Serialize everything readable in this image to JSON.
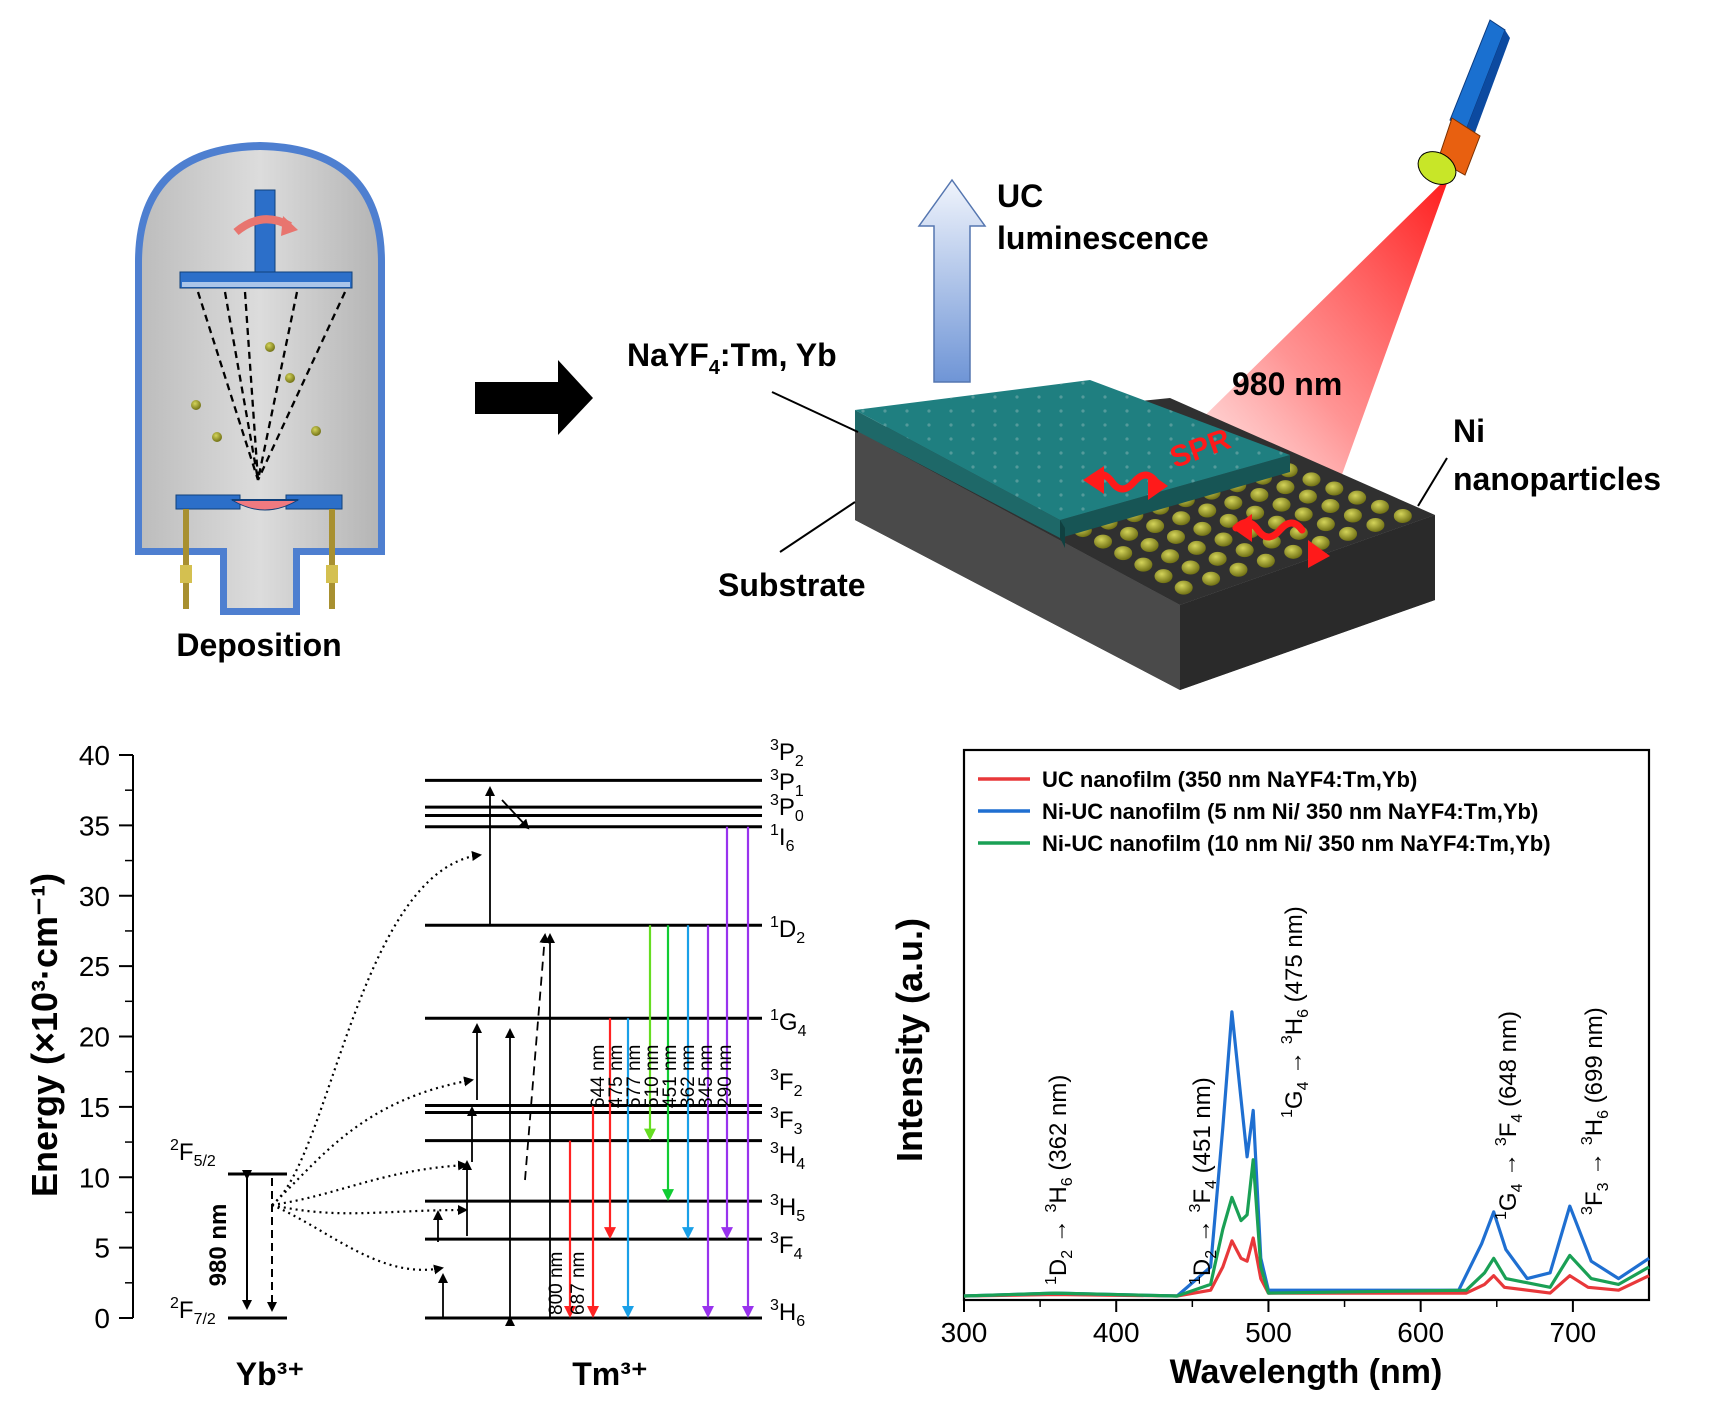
{
  "schematic": {
    "deposition_label": "Deposition",
    "uc_label_line1": "UC",
    "uc_label_line2": "luminescence",
    "nayf4_label_main": "NaYF",
    "nayf4_label_sub": "4",
    "nayf4_label_rest": ":Tm, Yb",
    "substrate_label": "Substrate",
    "laser_label": "980 nm",
    "ni_label_line1": "Ni",
    "ni_label_line2": "nanoparticles",
    "spr_label": "SPR"
  },
  "energy_diagram": {
    "yaxis_label": "Energy (×10³·cm⁻¹)",
    "yticks": [
      "0",
      "5",
      "10",
      "15",
      "20",
      "25",
      "30",
      "35",
      "40"
    ],
    "yb_label": "Yb³⁺",
    "tm_label": "Tm³⁺",
    "yb_upper": {
      "main": "F",
      "pre": "2",
      "sub": "5/2"
    },
    "yb_lower": {
      "main": "F",
      "pre": "2",
      "sub": "7/2"
    },
    "yb_transition": "980 nm",
    "levels": [
      {
        "pre": "3",
        "main": "P",
        "sub": "2",
        "energy": 38.2
      },
      {
        "pre": "3",
        "main": "P",
        "sub": "1",
        "energy": 36.3
      },
      {
        "pre": "3",
        "main": "P",
        "sub": "0",
        "energy": 35.7
      },
      {
        "pre": "1",
        "main": "I",
        "sub": "6",
        "energy": 34.9
      },
      {
        "pre": "1",
        "main": "D",
        "sub": "2",
        "energy": 27.9
      },
      {
        "pre": "1",
        "main": "G",
        "sub": "4",
        "energy": 21.3
      },
      {
        "pre": "3",
        "main": "F",
        "sub": "2",
        "energy": 15.1
      },
      {
        "pre": "3",
        "main": "F",
        "sub": "3",
        "energy": 14.6
      },
      {
        "pre": "3",
        "main": "H",
        "sub": "4",
        "energy": 12.6
      },
      {
        "pre": "3",
        "main": "H",
        "sub": "5",
        "energy": 8.3
      },
      {
        "pre": "3",
        "main": "F",
        "sub": "4",
        "energy": 5.6
      },
      {
        "pre": "3",
        "main": "H",
        "sub": "6",
        "energy": 0
      }
    ],
    "emissions": [
      "800 nm",
      "687 nm",
      "644 nm",
      "475 nm",
      "577 nm",
      "510 nm",
      "451 nm",
      "362 nm",
      "345 nm",
      "290 nm"
    ]
  },
  "chart_data": {
    "type": "line",
    "xlabel": "Wavelength (nm)",
    "ylabel": "Intensity (a.u.)",
    "xlim": [
      300,
      750
    ],
    "xticks": [
      "300",
      "400",
      "500",
      "600",
      "700"
    ],
    "series": [
      {
        "name": "UC nanofilm (350 nm NaYF4:Tm,Yb)",
        "color": "#e8383a",
        "points": [
          [
            300,
            0.02
          ],
          [
            360,
            0.025
          ],
          [
            440,
            0.02
          ],
          [
            462,
            0.04
          ],
          [
            470,
            0.12
          ],
          [
            476,
            0.21
          ],
          [
            482,
            0.15
          ],
          [
            486,
            0.14
          ],
          [
            490,
            0.22
          ],
          [
            495,
            0.08
          ],
          [
            500,
            0.03
          ],
          [
            630,
            0.03
          ],
          [
            642,
            0.06
          ],
          [
            648,
            0.09
          ],
          [
            655,
            0.05
          ],
          [
            685,
            0.03
          ],
          [
            698,
            0.09
          ],
          [
            710,
            0.05
          ],
          [
            730,
            0.04
          ],
          [
            750,
            0.09
          ]
        ]
      },
      {
        "name": "Ni-UC nanofilm (5 nm Ni/ 350 nm NaYF4:Tm,Yb)",
        "color": "#1f6fd1",
        "points": [
          [
            300,
            0.02
          ],
          [
            360,
            0.03
          ],
          [
            440,
            0.02
          ],
          [
            462,
            0.12
          ],
          [
            470,
            0.6
          ],
          [
            476,
            1.0
          ],
          [
            482,
            0.7
          ],
          [
            486,
            0.5
          ],
          [
            490,
            0.66
          ],
          [
            495,
            0.15
          ],
          [
            500,
            0.04
          ],
          [
            625,
            0.04
          ],
          [
            640,
            0.2
          ],
          [
            648,
            0.31
          ],
          [
            656,
            0.18
          ],
          [
            670,
            0.08
          ],
          [
            685,
            0.1
          ],
          [
            698,
            0.33
          ],
          [
            712,
            0.14
          ],
          [
            730,
            0.08
          ],
          [
            750,
            0.15
          ]
        ]
      },
      {
        "name": "Ni-UC nanofilm (10 nm Ni/ 350 nm NaYF4:Tm,Yb)",
        "color": "#1aa055",
        "points": [
          [
            300,
            0.02
          ],
          [
            360,
            0.03
          ],
          [
            440,
            0.02
          ],
          [
            462,
            0.06
          ],
          [
            470,
            0.25
          ],
          [
            476,
            0.36
          ],
          [
            482,
            0.28
          ],
          [
            486,
            0.3
          ],
          [
            490,
            0.49
          ],
          [
            495,
            0.12
          ],
          [
            500,
            0.03
          ],
          [
            630,
            0.04
          ],
          [
            642,
            0.1
          ],
          [
            648,
            0.15
          ],
          [
            656,
            0.08
          ],
          [
            685,
            0.05
          ],
          [
            698,
            0.16
          ],
          [
            712,
            0.08
          ],
          [
            730,
            0.06
          ],
          [
            750,
            0.12
          ]
        ]
      }
    ],
    "annotations": [
      {
        "lead": "1",
        "lm": "D",
        "ls": "2",
        "arrow": " → ",
        "tp": "3",
        "tm": "H",
        "ts": "6",
        "wl": " (362 nm)"
      },
      {
        "lead": "1",
        "lm": "D",
        "ls": "2",
        "arrow": " → ",
        "tp": "3",
        "tm": "F",
        "ts": "4",
        "wl": " (451 nm)"
      },
      {
        "lead": "1",
        "lm": "G",
        "ls": "4",
        "arrow": " → ",
        "tp": "3",
        "tm": "H",
        "ts": "6",
        "wl": " (475 nm)"
      },
      {
        "lead": "1",
        "lm": "G",
        "ls": "4",
        "arrow": " → ",
        "tp": "3",
        "tm": "F",
        "ts": "4",
        "wl": " (648 nm)"
      },
      {
        "lead": "3",
        "lm": "F",
        "ls": "3",
        "arrow": " → ",
        "tp": "3",
        "tm": "H",
        "ts": "6",
        "wl": " (699 nm)"
      }
    ]
  }
}
